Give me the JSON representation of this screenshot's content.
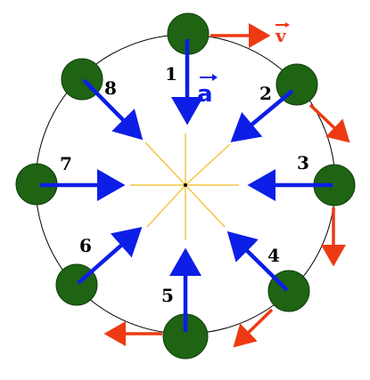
{
  "colors": {
    "ball": "#1e6413",
    "ball_edge": "#0d3d0a",
    "accel": "#0d1ee6",
    "velocity": "#ee3a12",
    "spoke": "#f4c542",
    "orbit": "#000000",
    "label": "#000000"
  },
  "labels": {
    "acceleration": "a",
    "velocity": "v"
  },
  "positions": [
    {
      "id": "1",
      "label": "1"
    },
    {
      "id": "2",
      "label": "2"
    },
    {
      "id": "3",
      "label": "3"
    },
    {
      "id": "4",
      "label": "4"
    },
    {
      "id": "5",
      "label": "5"
    },
    {
      "id": "6",
      "label": "6"
    },
    {
      "id": "7",
      "label": "7"
    },
    {
      "id": "8",
      "label": "8"
    }
  ]
}
